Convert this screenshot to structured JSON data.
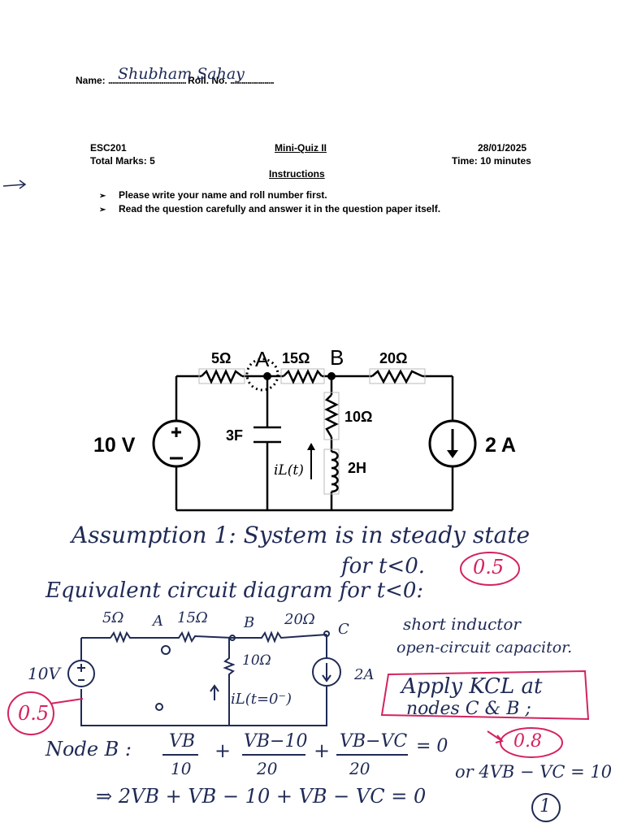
{
  "header": {
    "name_label": "Name:",
    "name_value": "Shubham Sahay",
    "roll_label": "Roll. No.",
    "course": "ESC201",
    "total_marks": "Total Marks: 5",
    "quiz_title": "Mini-Quiz II",
    "date": "28/01/2025",
    "time": "Time: 10 minutes",
    "instructions_title": "Instructions",
    "instructions": [
      "Please write your name and roll number first.",
      "Read the question carefully and answer it in the question paper itself."
    ]
  },
  "circuit_labels": {
    "r1": "5Ω",
    "node_a": "A",
    "r2": "15Ω",
    "node_b": "B",
    "r3": "20Ω",
    "r4": "10Ω",
    "source_v": "10 V",
    "cap": "3F",
    "current": "iL(t)",
    "ind": "2H",
    "source_i": "2 A"
  },
  "handwritten": {
    "assumption_line1": "Assumption 1: System is in steady state",
    "assumption_line2": "for t<0.",
    "mark_1": "0.5",
    "equiv_title": "Equivalent circuit diagram for t<0:",
    "sketch_r1": "5Ω",
    "sketch_a": "A",
    "sketch_r2": "15Ω",
    "sketch_b": "B",
    "sketch_r3": "20Ω",
    "sketch_c": "C",
    "sketch_r4": "10Ω",
    "sketch_v": "10V",
    "sketch_i": "2A",
    "sketch_current": "iL(t=0⁻)",
    "note_1": "short inductor",
    "note_2": "open-circuit capacitor.",
    "mark_2": "0.5",
    "kcl_1": "Apply KCL at",
    "kcl_2": "nodes C & B ;",
    "mark_3": "0.8",
    "node_label": "Node B :",
    "eq_t1_num": "VB",
    "eq_t1_den": "10",
    "eq_plus1": "+",
    "eq_t2_num": "VB−10",
    "eq_t2_den": "20",
    "eq_plus2": "+",
    "eq_t3_num": "VB−VC",
    "eq_t3_den": "20",
    "eq_zero": "= 0",
    "eq_or": "or 4VB − VC = 10",
    "eq_line2": "⇒   2VB + VB − 10 +   VB −  VC = 0",
    "mark_4": "1"
  }
}
